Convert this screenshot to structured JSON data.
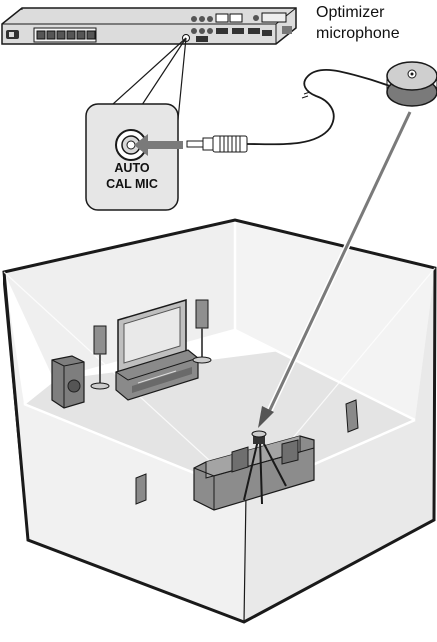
{
  "labels": {
    "microphone_line1": "Optimizer",
    "microphone_line2": "microphone",
    "jack_line1": "AUTO",
    "jack_line2": "CAL MIC"
  },
  "colors": {
    "outline": "#1a1a1a",
    "box_fill": "#e6e6e6",
    "room_fill": "#ededed",
    "furniture": "#9a9a9a",
    "furniture_dark": "#6e6e6e",
    "background": "#ffffff"
  }
}
